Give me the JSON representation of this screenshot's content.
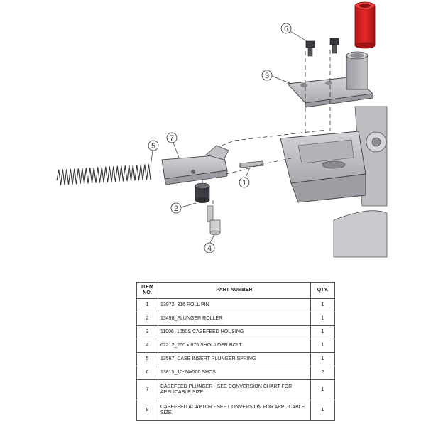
{
  "callouts": [
    "1",
    "2",
    "3",
    "4",
    "5",
    "6",
    "7"
  ],
  "table": {
    "headers": {
      "item": "ITEM NO.",
      "part": "PART NUMBER",
      "qty": "QTY."
    },
    "rows": [
      {
        "item": "1",
        "part": "13972_316 ROLL PIN",
        "qty": "1"
      },
      {
        "item": "2",
        "part": "13498_PLUNGER ROLLER",
        "qty": "1"
      },
      {
        "item": "3",
        "part": "11006_1050S CASEFEED HOUSING",
        "qty": "1"
      },
      {
        "item": "4",
        "part": "62212_250 x 875 SHOULDER BOLT",
        "qty": "1"
      },
      {
        "item": "5",
        "part": "13567_CASE INSERT PLUNGER SPRING",
        "qty": "1"
      },
      {
        "item": "6",
        "part": "13815_10-24x500 SHCS",
        "qty": "2"
      },
      {
        "item": "7",
        "part": "CASEFEED PLUNGER - SEE CONVERSION CHART FOR APPLICABLE SIZE.",
        "qty": "1"
      },
      {
        "item": "8",
        "part": "CASEFEED ADAPTOR - SEE CONVERSION FOR APPLICABLE SIZE.",
        "qty": "1"
      }
    ]
  },
  "colors": {
    "adaptor_red": "#d81f1f",
    "part_gray": "#bfbfc4",
    "line": "#333333"
  }
}
